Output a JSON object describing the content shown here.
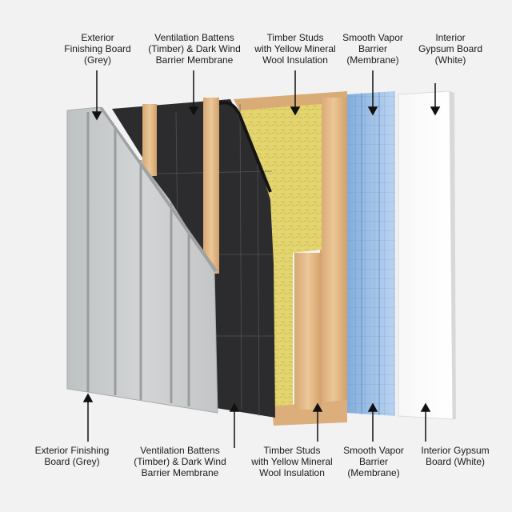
{
  "top_labels": [
    {
      "id": "exterior",
      "text": "Exterior\nFinishing Board\n(Grey)"
    },
    {
      "id": "battens",
      "text": "Ventilation Battens\n(Timber) & Dark Wind\nBarrier Membrane"
    },
    {
      "id": "studs",
      "text": "Timber Studs\nwith Yellow Mineral\nWool Insulation"
    },
    {
      "id": "vapor",
      "text": "Smooth Vapor\nBarrier\n(Membrane)"
    },
    {
      "id": "gypsum",
      "text": "Interior\nGypsum Board\n(White)"
    }
  ],
  "bottom_labels": [
    {
      "id": "exterior",
      "text": "Exterior Finishing\nBoard (Grey)"
    },
    {
      "id": "battens",
      "text": "Ventilation Battens\n(Timber) & Dark Wind\nBarrier Membrane"
    },
    {
      "id": "studs",
      "text": "Timber Studs\nwith Yellow Mineral\nWool Insulation"
    },
    {
      "id": "vapor",
      "text": "Smooth Vapor\nBarrier\n(Membrane)"
    },
    {
      "id": "gypsum",
      "text": "Interior Gypsum\nBoard (White)"
    }
  ],
  "colors": {
    "background": "#f2f2f2",
    "grey_board": "#c9cbcc",
    "membrane": "#2b2b2d",
    "timber": "#e2b98a",
    "insulation": "#e6d978",
    "vapor": "#8fb8e6",
    "gypsum": "#fbfbfb"
  }
}
